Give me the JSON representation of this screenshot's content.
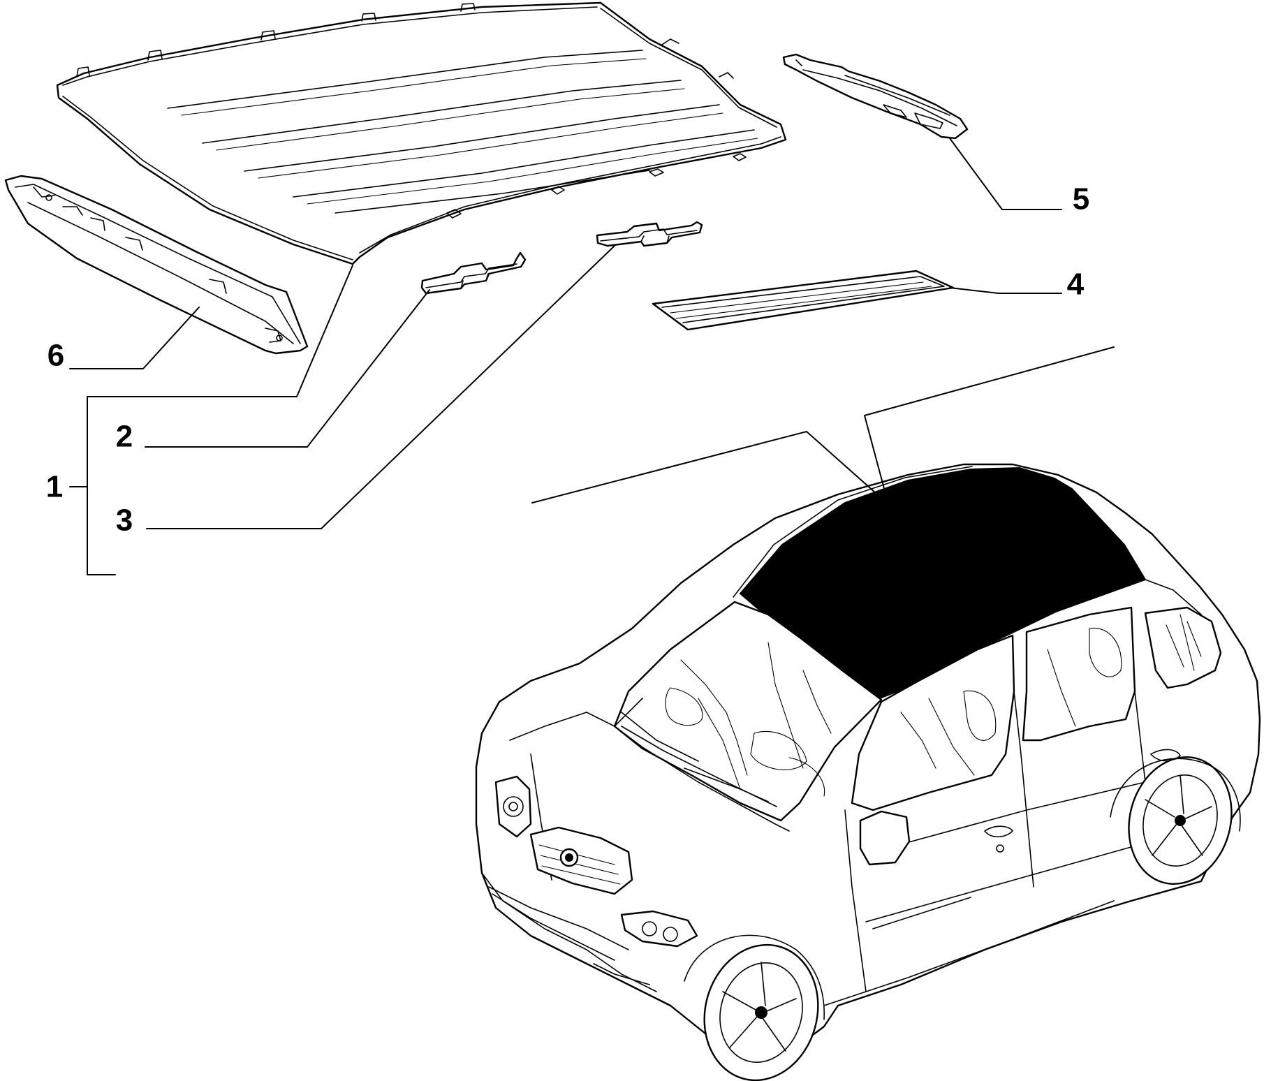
{
  "callouts": [
    {
      "id": "1",
      "label": "1"
    },
    {
      "id": "2",
      "label": "2"
    },
    {
      "id": "3",
      "label": "3"
    },
    {
      "id": "4",
      "label": "4"
    },
    {
      "id": "5",
      "label": "5"
    },
    {
      "id": "6",
      "label": "6"
    }
  ],
  "colors": {
    "line": "#000000",
    "background": "#ffffff",
    "roof_fill": "#000000"
  }
}
